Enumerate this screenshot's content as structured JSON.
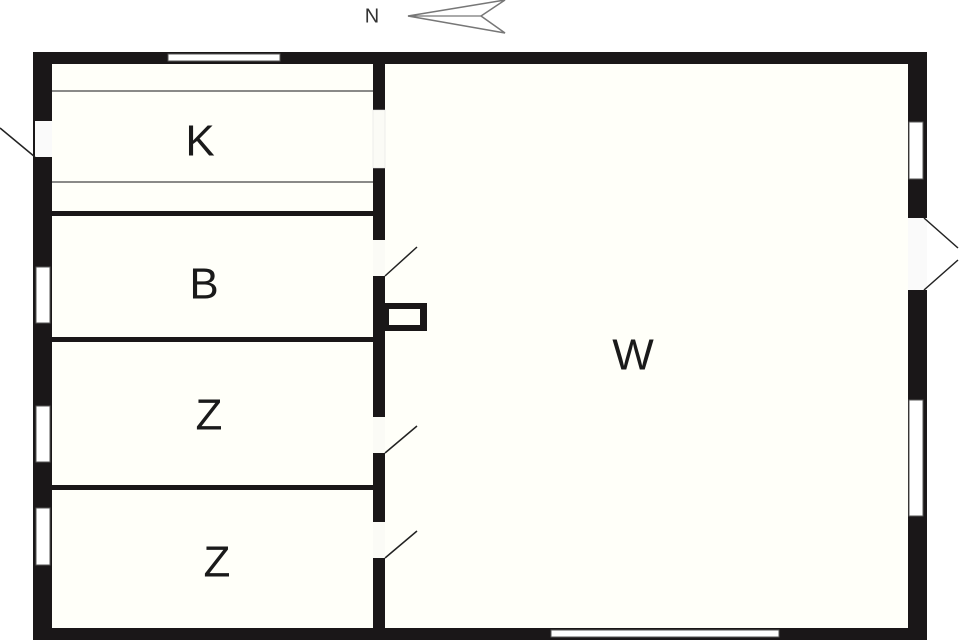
{
  "plan": {
    "type": "floor-plan",
    "colors": {
      "wall": "#1a1718",
      "floor": "#fffff9",
      "window": "#ffffff",
      "background": "#ffffff"
    },
    "compass": {
      "label": "N",
      "direction": "left"
    },
    "rooms": [
      {
        "id": "kitchen",
        "label": "K"
      },
      {
        "id": "bathroom",
        "label": "B"
      },
      {
        "id": "room-1",
        "label": "Z"
      },
      {
        "id": "room-2",
        "label": "Z"
      },
      {
        "id": "living-room",
        "label": "W"
      }
    ]
  }
}
